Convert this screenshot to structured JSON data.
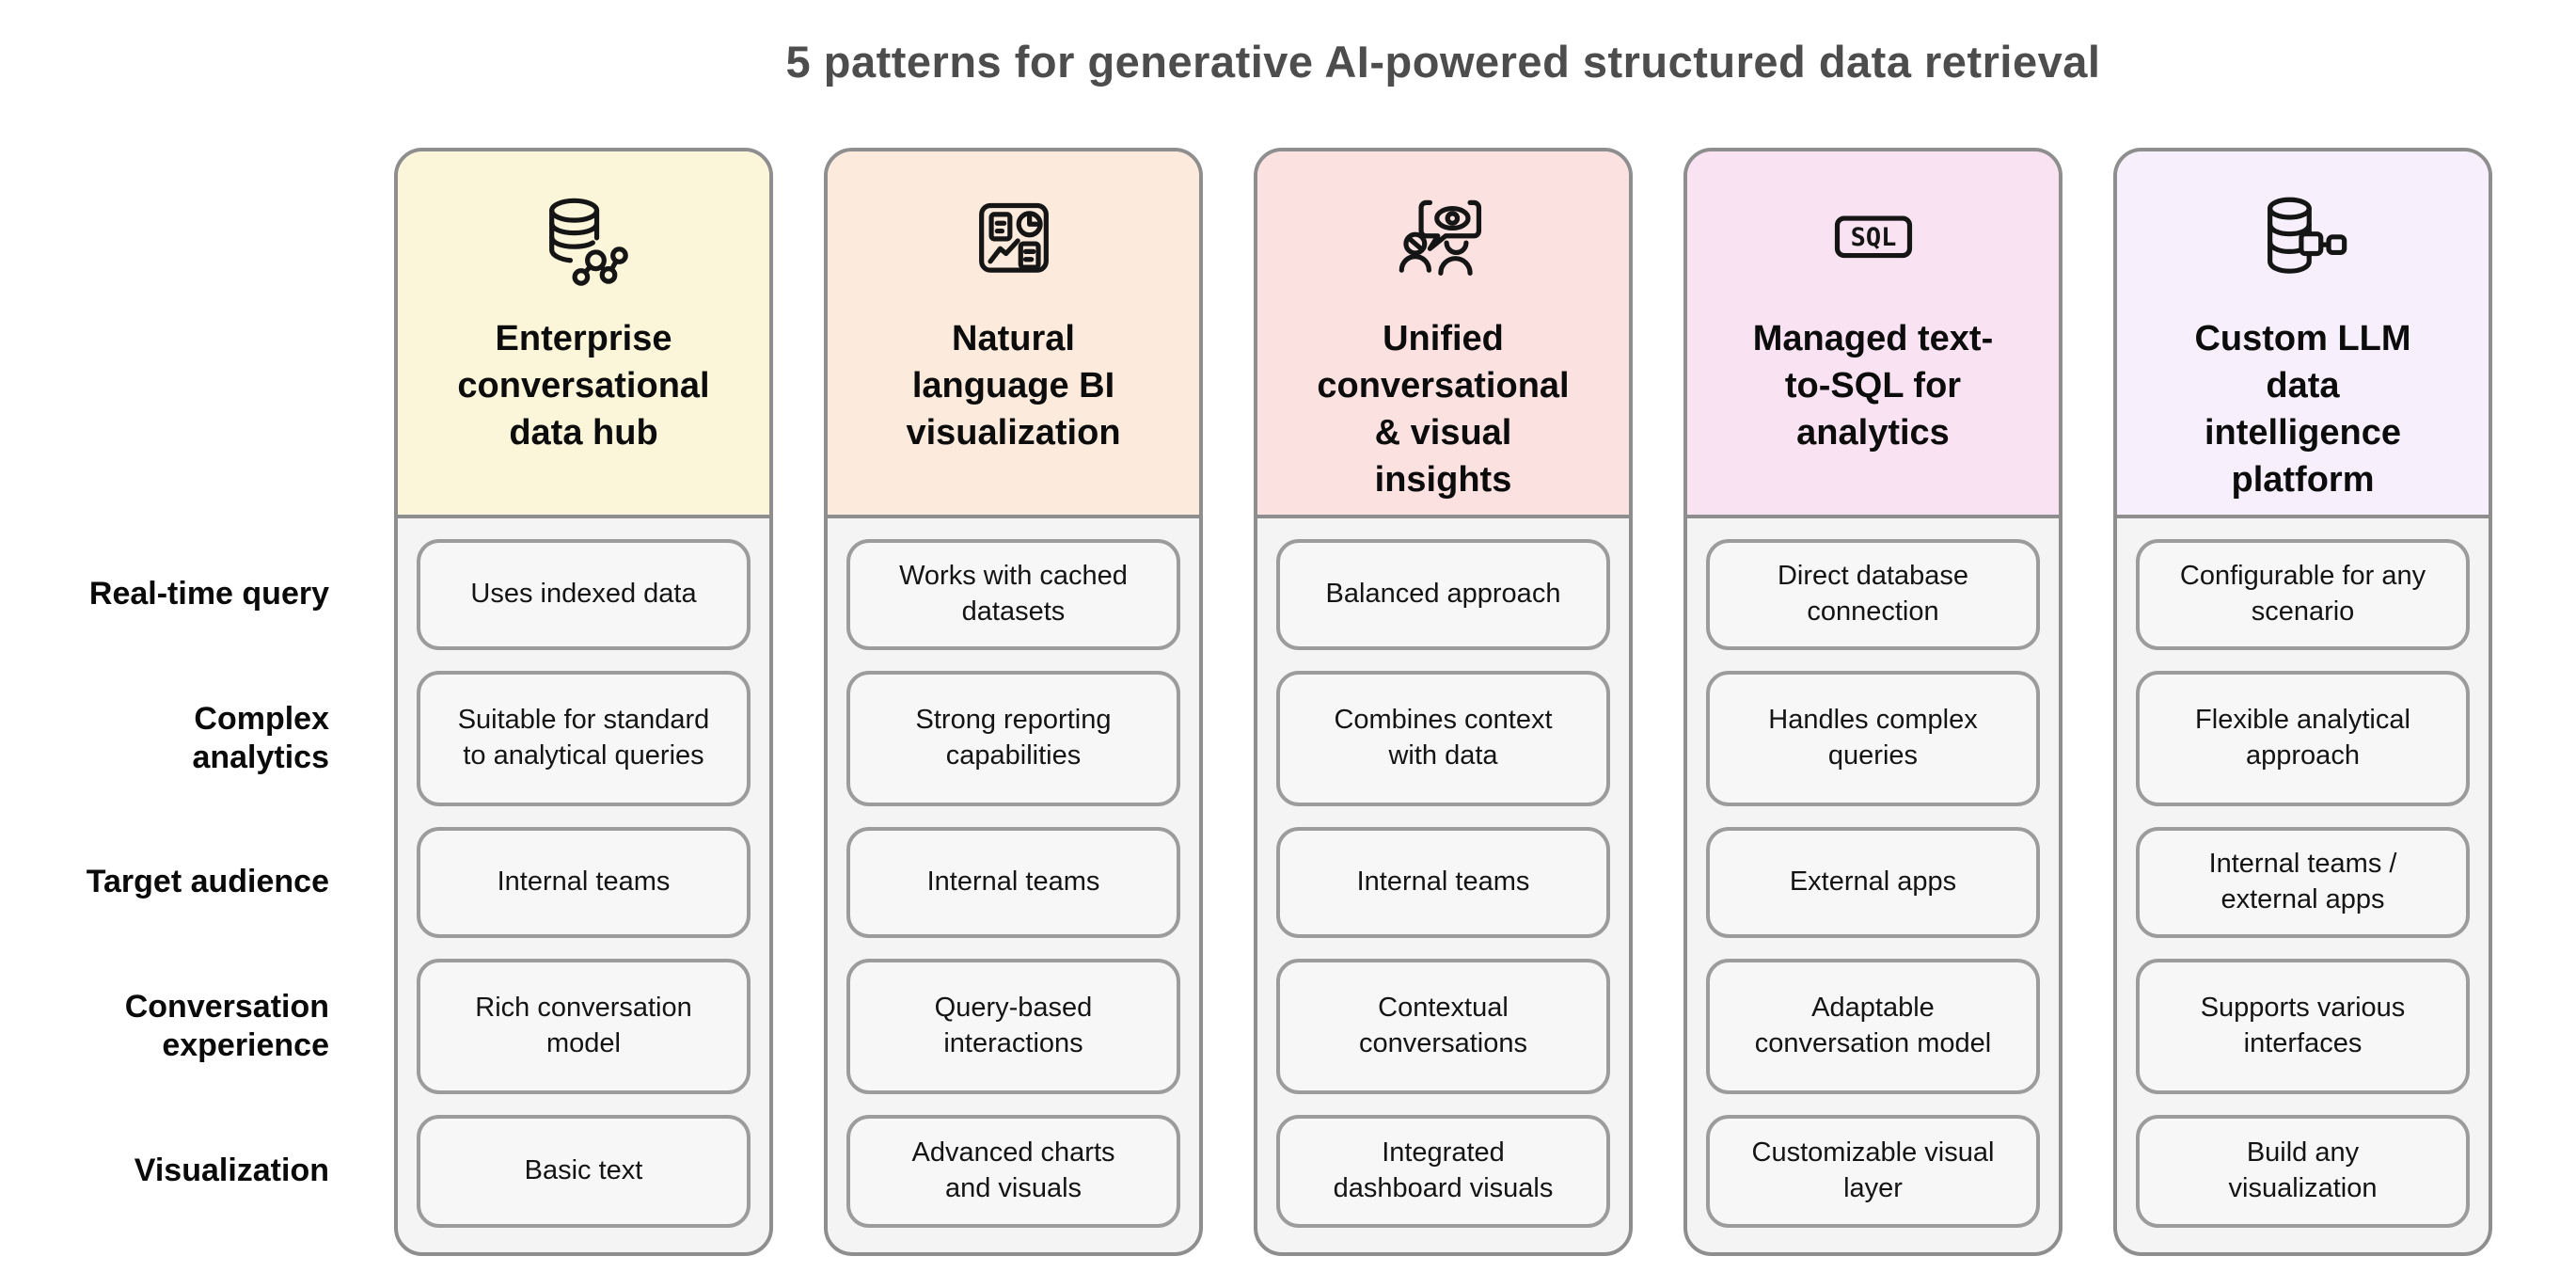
{
  "title": "5 patterns for generative AI-powered structured data retrieval",
  "colors": {
    "page_bg": "#ffffff",
    "title_text": "#4d4d4d",
    "card_border": "#8e8e8e",
    "cell_border": "#9c9c9c",
    "card_body_bg": "#f4f4f4",
    "cell_bg": "#f7f7f7"
  },
  "rows": [
    {
      "label": "Real-time query"
    },
    {
      "label": "Complex\nanalytics"
    },
    {
      "label": "Target audience"
    },
    {
      "label": "Conversation\nexperience"
    },
    {
      "label": "Visualization"
    }
  ],
  "columns": [
    {
      "title": "Enterprise\nconversational\ndata hub",
      "icon": "database-network-icon",
      "header_color": "#FBF5D9",
      "cells": [
        "Uses indexed data",
        "Suitable for standard\nto analytical queries",
        "Internal teams",
        "Rich conversation\nmodel",
        "Basic text"
      ]
    },
    {
      "title": "Natural\nlanguage BI\nvisualization",
      "icon": "bi-dashboard-icon",
      "header_color": "#FCEBDC",
      "cells": [
        "Works with cached\ndatasets",
        "Strong reporting\ncapabilities",
        "Internal teams",
        "Query-based\ninteractions",
        "Advanced charts\nand visuals"
      ]
    },
    {
      "title": "Unified\nconversational\n& visual\ninsights",
      "icon": "conversational-insights-icon",
      "header_color": "#FBE2E1",
      "cells": [
        "Balanced approach",
        "Combines context\nwith data",
        "Internal teams",
        "Contextual\nconversations",
        "Integrated\ndashboard visuals"
      ]
    },
    {
      "title": "Managed text-\nto-SQL for\nanalytics",
      "icon": "sql-badge-icon",
      "header_color": "#F9E2F2",
      "cells": [
        "Direct database\nconnection",
        "Handles complex\nqueries",
        "External apps",
        "Adaptable\nconversation model",
        "Customizable visual\nlayer"
      ]
    },
    {
      "title": "Custom LLM\ndata\nintelligence\nplatform",
      "icon": "database-integration-icon",
      "header_color": "#F7EFFB",
      "cells": [
        "Configurable for any\nscenario",
        "Flexible analytical\napproach",
        "Internal teams /\nexternal apps",
        "Supports various\ninterfaces",
        "Build any\nvisualization"
      ]
    }
  ]
}
